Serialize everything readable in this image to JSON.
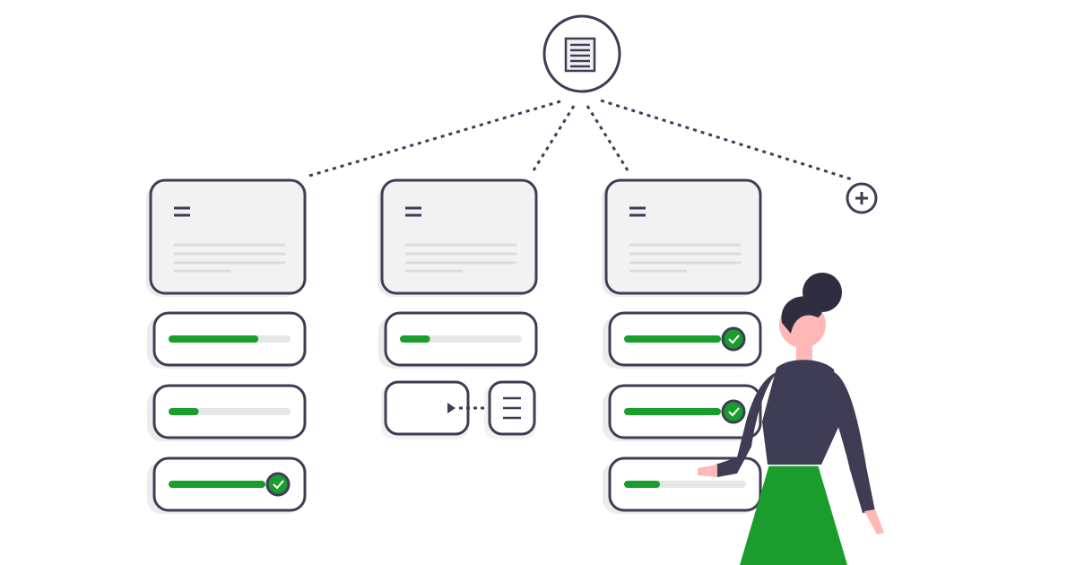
{
  "colors": {
    "outline": "#3f3d56",
    "card_fill": "#f2f2f2",
    "accent_green": "#1a9d2c",
    "track_grey": "#e6e6e6",
    "skin": "#ffb8b8"
  },
  "root_node": {
    "icon": "document-stack-icon"
  },
  "add_node": {
    "icon": "plus-circle-icon"
  },
  "columns": [
    {
      "card_icon": "menu-lines-icon",
      "progress_rows": [
        {
          "progress": 0.72,
          "complete": false
        },
        {
          "progress": 0.2,
          "complete": false
        },
        {
          "progress": 0.75,
          "complete": true
        }
      ]
    },
    {
      "card_icon": "menu-lines-icon",
      "progress_rows": [
        {
          "progress": 0.2,
          "complete": false
        }
      ],
      "connector": {
        "left_icon": "play-arrow-icon",
        "right_icon": "list-icon"
      }
    },
    {
      "card_icon": "menu-lines-icon",
      "progress_rows": [
        {
          "progress": 0.75,
          "complete": true
        },
        {
          "progress": 0.75,
          "complete": true
        },
        {
          "progress": 0.25,
          "complete": false
        }
      ]
    }
  ],
  "person": {
    "icon": "woman-figure-illustration"
  }
}
